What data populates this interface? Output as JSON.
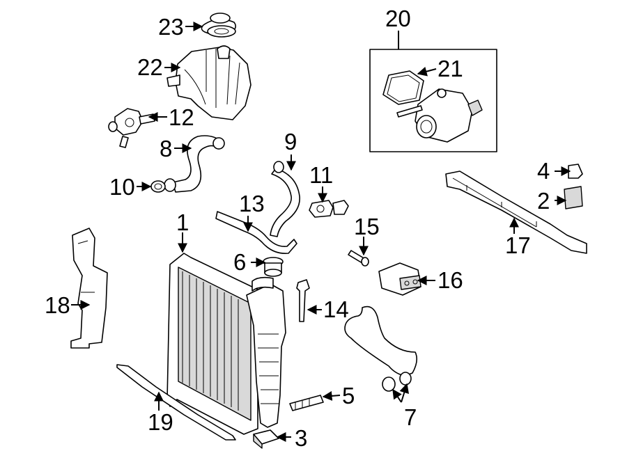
{
  "diagram": {
    "callouts": {
      "c1": "1",
      "c2": "2",
      "c3": "3",
      "c4": "4",
      "c5": "5",
      "c6": "6",
      "c7": "7",
      "c8": "8",
      "c9": "9",
      "c10": "10",
      "c11": "11",
      "c12": "12",
      "c13": "13",
      "c14": "14",
      "c15": "15",
      "c16": "16",
      "c17": "17",
      "c18": "18",
      "c19": "19",
      "c20": "20",
      "c21": "21",
      "c22": "22",
      "c23": "23"
    },
    "colors": {
      "line": "#000000",
      "background": "#ffffff",
      "shade": "#d9d9d9"
    }
  }
}
